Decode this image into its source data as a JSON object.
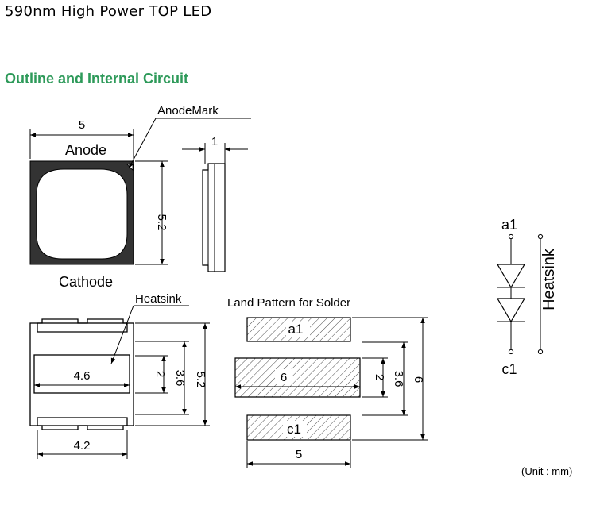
{
  "title": "590nm High Power TOP LED",
  "section_heading": "Outline and Internal Circuit",
  "unit_note": "(Unit : mm)",
  "colors": {
    "heading": "#2e9a5a",
    "package_body": "#333333",
    "lens": "#ffffff",
    "line": "#000000"
  },
  "top_view": {
    "width_dim": "5",
    "height_dim": "5.2",
    "anode_label": "Anode",
    "cathode_label": "Cathode",
    "anode_mark_label": "AnodeMark"
  },
  "side_view": {
    "thickness_dim": "1"
  },
  "bottom_view": {
    "heatsink_label": "Heatsink",
    "pad_width_dim": "4.6",
    "body_width_dim": "4.2",
    "heatsink_height_dim": "2",
    "pad_span_dim": "3.6",
    "total_height_dim": "5.2"
  },
  "land_pattern": {
    "title": "Land Pattern for Solder",
    "pad_a_label": "a1",
    "pad_c_label": "c1",
    "center_width_dim": "6",
    "pad_width_dim": "5",
    "heatsink_height_dim": "2",
    "pad_span_dim": "3.6",
    "total_height_dim": "6"
  },
  "circuit": {
    "anode_label": "a1",
    "cathode_label": "c1",
    "heatsink_label": "Heatsink"
  }
}
